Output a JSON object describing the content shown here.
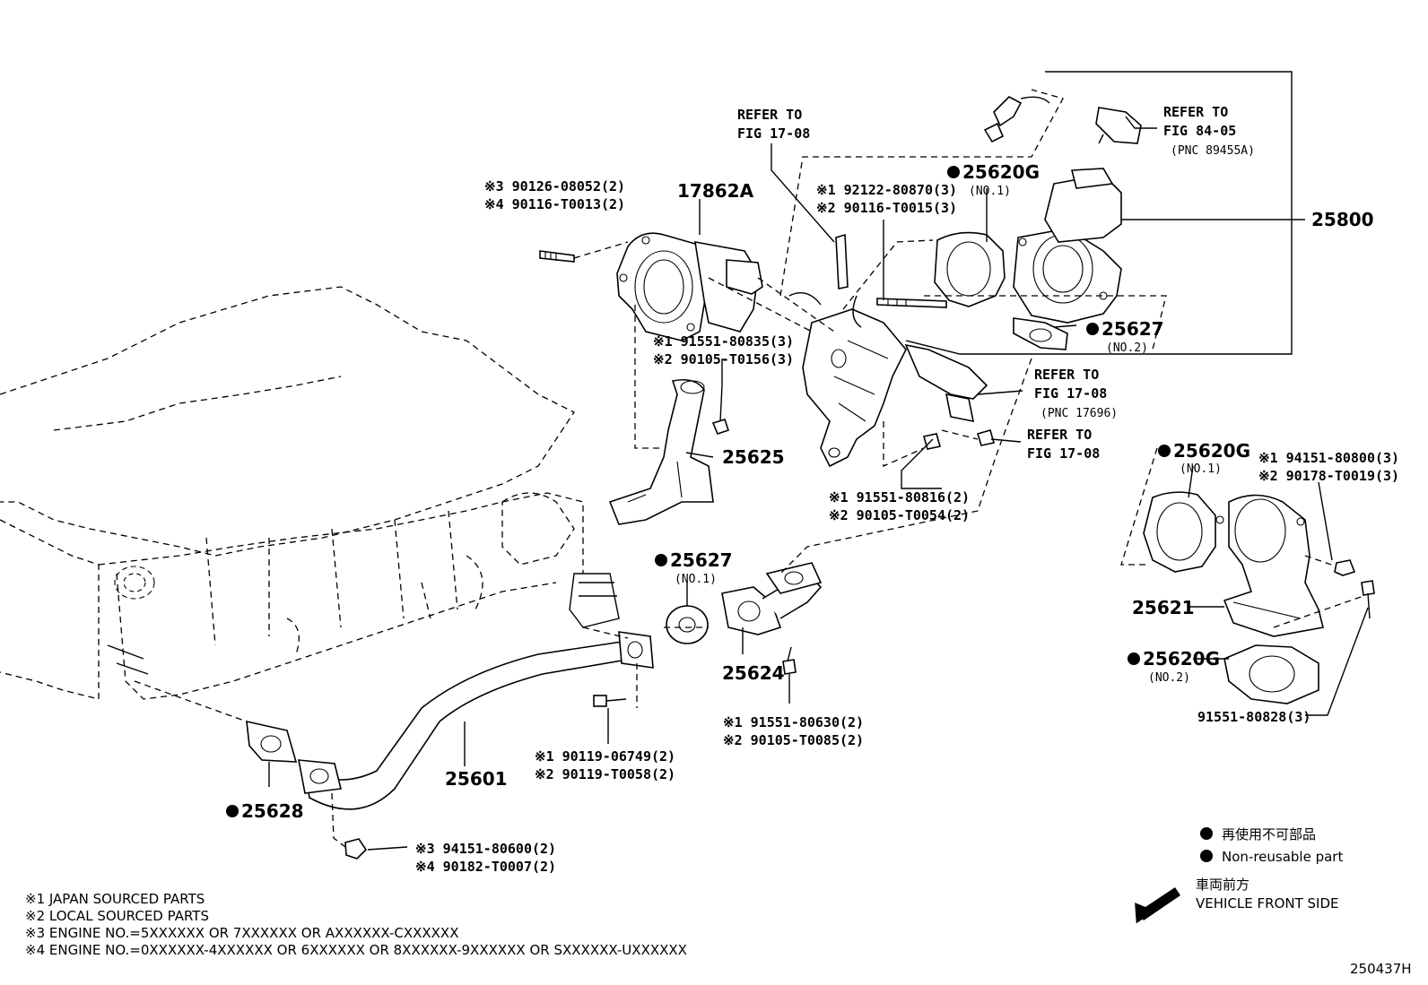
{
  "labels": {
    "refer_17_08_top": [
      "REFER TO",
      "FIG 17-08"
    ],
    "refer_84_05": [
      "REFER TO",
      "FIG 84-05",
      "(PNC 89455A)"
    ],
    "refer_17_08_mid": [
      "REFER TO",
      "FIG 17-08",
      "(PNC 17696)"
    ],
    "refer_17_08_low": [
      "REFER TO",
      "FIG 17-08"
    ],
    "p_25800": "25800",
    "p_17862a": "17862A",
    "p_bolt_top_left": [
      "※3 90126-08052(2)",
      "※4 90116-T0013(2)"
    ],
    "p_25620g_top": "25620G",
    "p_25620g_top_sub": "(NO.1)",
    "p_stud_mid": [
      "※1 92122-80870(3)",
      "※2 90116-T0015(3)"
    ],
    "p_25627_top": "25627",
    "p_25627_top_sub": "(NO.2)",
    "p_bolt_17862a": [
      "※1 91551-80835(3)",
      "※2 90105-T0156(3)"
    ],
    "p_25625": "25625",
    "p_bolt_bracket": [
      "※1 91551-80816(2)",
      "※2 90105-T0054(2)"
    ],
    "p_25620g_right": "25620G",
    "p_25620g_right_sub": "(NO.1)",
    "p_nut_right": [
      "※1 94151-80800(3)",
      "※2 90178-T0019(3)"
    ],
    "p_25621": "25621",
    "p_25620g_low": "25620G",
    "p_25620g_low_sub": "(NO.2)",
    "p_bolt_low_right": "91551-80828(3)",
    "p_25627_mid": "25627",
    "p_25627_mid_sub": "(NO.1)",
    "p_25624": "25624",
    "p_bolt_25624": [
      "※1 91551-80630(2)",
      "※2 90105-T0085(2)"
    ],
    "p_bolt_pipe": [
      "※1 90119-06749(2)",
      "※2 90119-T0058(2)"
    ],
    "p_25601": "25601",
    "p_25628": "25628",
    "p_nut_pipe": [
      "※3 94151-80600(2)",
      "※4 90182-T0007(2)"
    ]
  },
  "legend": {
    "jp": "再使用不可部品",
    "en": "Non-reusable part"
  },
  "front": {
    "jp": "車両前方",
    "en": "VEHICLE FRONT SIDE"
  },
  "notes": [
    "※1 JAPAN SOURCED PARTS",
    "※2 LOCAL SOURCED PARTS",
    "※3 ENGINE NO.=5XXXXXX OR 7XXXXXX OR AXXXXXX-CXXXXXX",
    "※4 ENGINE NO.=0XXXXXX-4XXXXXX OR 6XXXXXX OR 8XXXXXX-9XXXXXX OR SXXXXXX-UXXXXXX"
  ],
  "figure_id": "250437H"
}
